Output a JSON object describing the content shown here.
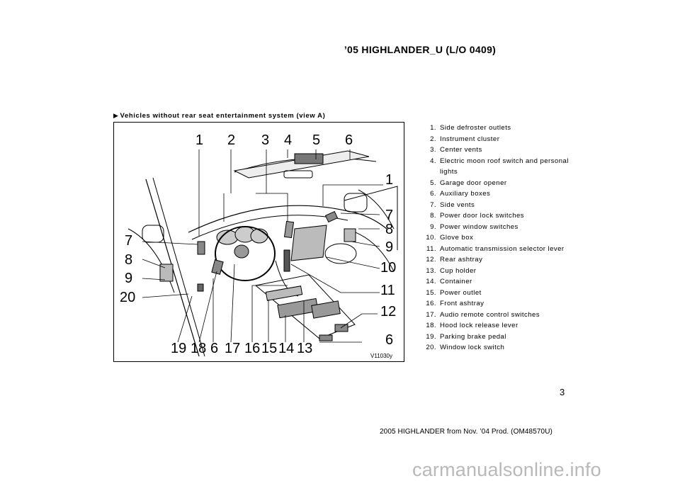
{
  "header": {
    "title": "’05 HIGHLANDER_U (L/O 0409)"
  },
  "section": {
    "heading": "Vehicles without rear seat entertainment system (view A)",
    "marker": "▶"
  },
  "figure": {
    "code": "V11030y",
    "callouts_top": [
      "1",
      "2",
      "3",
      "4",
      "5",
      "6"
    ],
    "callouts_right": [
      "1",
      "7",
      "8",
      "9",
      "10",
      "11",
      "12",
      "6"
    ],
    "callouts_left": [
      "7",
      "8",
      "9",
      "20"
    ],
    "callouts_bottom": [
      "19",
      "18",
      "6",
      "17",
      "16",
      "15",
      "14",
      "13"
    ]
  },
  "parts": [
    {
      "num": "1.",
      "label": "Side defroster outlets"
    },
    {
      "num": "2.",
      "label": "Instrument cluster"
    },
    {
      "num": "3.",
      "label": "Center vents"
    },
    {
      "num": "4.",
      "label": "Electric moon roof switch and personal lights"
    },
    {
      "num": "5.",
      "label": "Garage door opener"
    },
    {
      "num": "6.",
      "label": "Auxiliary boxes"
    },
    {
      "num": "7.",
      "label": "Side vents"
    },
    {
      "num": "8.",
      "label": "Power door lock switches"
    },
    {
      "num": "9.",
      "label": "Power window switches"
    },
    {
      "num": "10.",
      "label": "Glove box"
    },
    {
      "num": "11.",
      "label": "Automatic transmission selector lever"
    },
    {
      "num": "12.",
      "label": "Rear ashtray"
    },
    {
      "num": "13.",
      "label": "Cup holder"
    },
    {
      "num": "14.",
      "label": "Container"
    },
    {
      "num": "15.",
      "label": "Power outlet"
    },
    {
      "num": "16.",
      "label": "Front ashtray"
    },
    {
      "num": "17.",
      "label": "Audio remote control switches"
    },
    {
      "num": "18.",
      "label": "Hood lock release lever"
    },
    {
      "num": "19.",
      "label": "Parking brake pedal"
    },
    {
      "num": "20.",
      "label": "Window lock switch"
    }
  ],
  "page_number": "3",
  "footer": "2005 HIGHLANDER from Nov. ’04 Prod. (OM48570U)",
  "watermark": "carmanualsonline.info"
}
